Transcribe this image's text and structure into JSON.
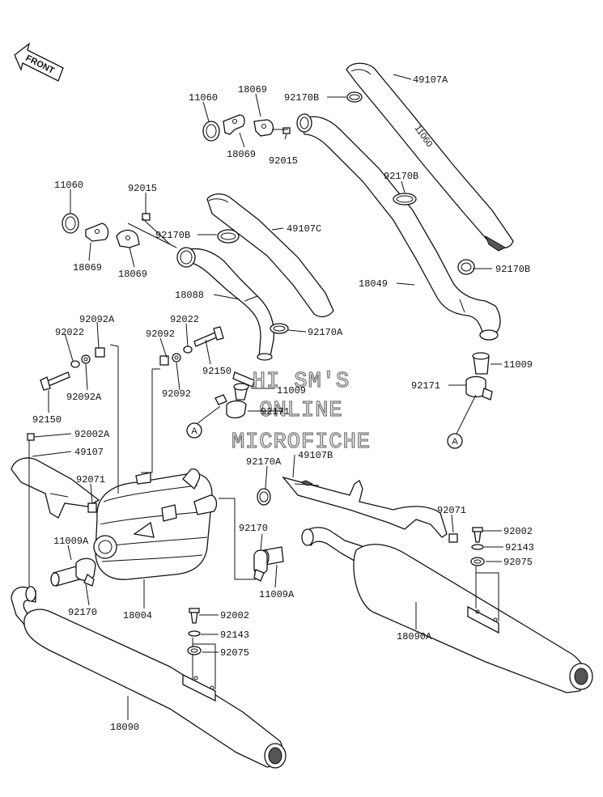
{
  "front_arrow": {
    "label": "FRONT"
  },
  "watermark": {
    "line1": "HI SM'S",
    "line2": "ONLINE",
    "line3": "MICROFICHE"
  },
  "ref_marks": [
    {
      "id": "A",
      "label": "A"
    },
    {
      "id": "A2",
      "label": "A"
    }
  ],
  "labels": [
    {
      "id": "l1",
      "text": "49107A"
    },
    {
      "id": "l2",
      "text": "11060"
    },
    {
      "id": "l3",
      "text": "18069"
    },
    {
      "id": "l4",
      "text": "92170B"
    },
    {
      "id": "l5",
      "text": "18069"
    },
    {
      "id": "l6",
      "text": "92015"
    },
    {
      "id": "l7",
      "text": "92170B"
    },
    {
      "id": "l8",
      "text": "11060"
    },
    {
      "id": "l9",
      "text": "92015"
    },
    {
      "id": "l10",
      "text": "92170B"
    },
    {
      "id": "l11",
      "text": "49107C"
    },
    {
      "id": "l12",
      "text": "18069"
    },
    {
      "id": "l13",
      "text": "18069"
    },
    {
      "id": "l14",
      "text": "92170B"
    },
    {
      "id": "l15",
      "text": "18049"
    },
    {
      "id": "l16",
      "text": "18088"
    },
    {
      "id": "l17",
      "text": "92092A"
    },
    {
      "id": "l18",
      "text": "92022"
    },
    {
      "id": "l19",
      "text": "92022"
    },
    {
      "id": "l20",
      "text": "92092"
    },
    {
      "id": "l21",
      "text": "92170A"
    },
    {
      "id": "l22",
      "text": "11009"
    },
    {
      "id": "l23",
      "text": "92150"
    },
    {
      "id": "l24",
      "text": "92092A"
    },
    {
      "id": "l25",
      "text": "92092"
    },
    {
      "id": "l26",
      "text": "11009"
    },
    {
      "id": "l27",
      "text": "92171"
    },
    {
      "id": "l28",
      "text": "92171"
    },
    {
      "id": "l29",
      "text": "92150"
    },
    {
      "id": "l30",
      "text": "92002A"
    },
    {
      "id": "l31",
      "text": "49107"
    },
    {
      "id": "l32",
      "text": "92170A"
    },
    {
      "id": "l33",
      "text": "49107B"
    },
    {
      "id": "l34",
      "text": "92071"
    },
    {
      "id": "l35",
      "text": "92071"
    },
    {
      "id": "l36",
      "text": "92170"
    },
    {
      "id": "l37",
      "text": "92002"
    },
    {
      "id": "l38",
      "text": "92143"
    },
    {
      "id": "l39",
      "text": "11009A"
    },
    {
      "id": "l40",
      "text": "92075"
    },
    {
      "id": "l41",
      "text": "11009A"
    },
    {
      "id": "l42",
      "text": "92170"
    },
    {
      "id": "l43",
      "text": "18004"
    },
    {
      "id": "l44",
      "text": "92002"
    },
    {
      "id": "l45",
      "text": "18090A"
    },
    {
      "id": "l46",
      "text": "92143"
    },
    {
      "id": "l47",
      "text": "92075"
    },
    {
      "id": "l48",
      "text": "18090"
    }
  ]
}
